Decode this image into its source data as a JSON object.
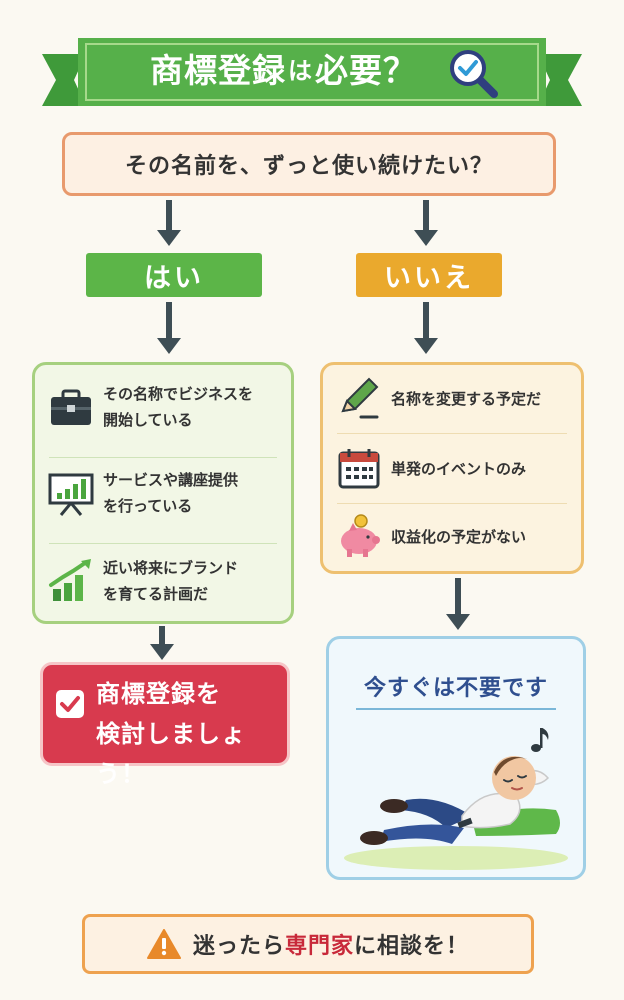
{
  "title": {
    "main": "商標登録",
    "particle": "は",
    "end": "必要？",
    "icon": "magnifier-check-icon"
  },
  "question": "その名前を、ずっと使い続けたい？",
  "yes": {
    "label": "はい",
    "items": [
      {
        "icon": "briefcase-icon",
        "line1": "その名称でビジネスを",
        "line2": "開始している"
      },
      {
        "icon": "presentation-chart-icon",
        "line1": "サービスや講座提供",
        "line2": "を行っている"
      },
      {
        "icon": "growth-chart-icon",
        "line1": "近い将来にブランド",
        "line2": "を育てる計画だ"
      }
    ],
    "action": {
      "line1": "商標登録を",
      "line2": "検討しましょう！",
      "icon": "checkbox-icon"
    }
  },
  "no": {
    "label": "いいえ",
    "items": [
      {
        "icon": "pencil-icon",
        "text": "名称を変更する予定だ"
      },
      {
        "icon": "calendar-icon",
        "text": "単発のイベントのみ"
      },
      {
        "icon": "piggy-bank-icon",
        "text": "収益化の予定がない"
      }
    ],
    "result": {
      "pre": "今すぐは",
      "emph": "不要",
      "post": "です",
      "illustration": "relaxing-man-illustration"
    }
  },
  "footer": {
    "pre": "迷ったら",
    "emph": "専門家",
    "post": "に相談を！",
    "icon": "warning-icon"
  },
  "colors": {
    "green": "#5cb548",
    "orange": "#eaa92d",
    "red": "#d83a4e",
    "blue": "#2f4f8f"
  }
}
